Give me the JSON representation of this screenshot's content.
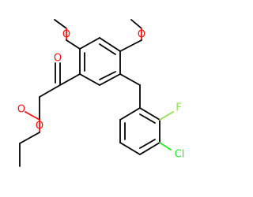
{
  "molecule": {
    "atoms": {
      "o_methoxy_left": {
        "text": "O",
        "color": "#ff0d0d"
      },
      "o_methoxy_right": {
        "text": "O",
        "color": "#ff0d0d"
      },
      "o_ketone": {
        "text": "O",
        "color": "#ff0d0d"
      },
      "o_ester_carbonyl": {
        "text": "O",
        "color": "#ff0d0d"
      },
      "o_ester_ether": {
        "text": "O",
        "color": "#ff0d0d"
      },
      "fluorine": {
        "text": "F",
        "color": "#90e050"
      },
      "chlorine": {
        "text": "Cl",
        "color": "#1ff01f"
      }
    }
  }
}
